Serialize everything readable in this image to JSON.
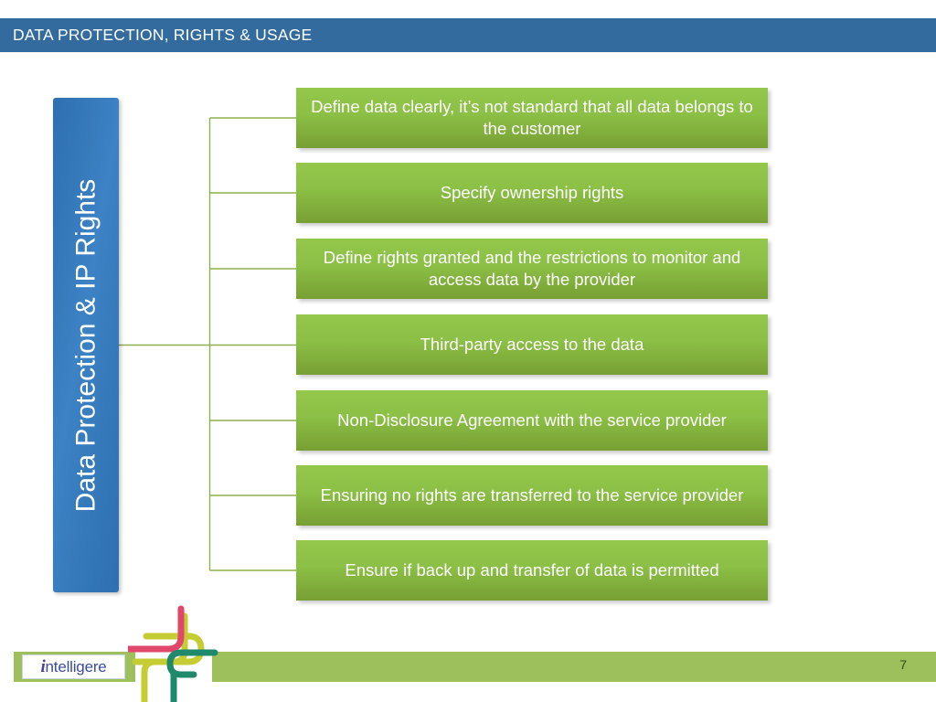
{
  "slide": {
    "header": {
      "title": "DATA PROTECTION, RIGHTS & USAGE"
    },
    "category": {
      "label": "Data Protection & IP Rights"
    },
    "items": [
      {
        "text": "Define data clearly, it’s not standard that all data belongs to the customer"
      },
      {
        "text": "Specify ownership rights"
      },
      {
        "text": "Define rights granted and the restrictions to monitor and access data by the provider"
      },
      {
        "text": "Third-party access to the data"
      },
      {
        "text": "Non-Disclosure Agreement with the service provider"
      },
      {
        "text": "Ensuring no rights are transferred to the service provider"
      },
      {
        "text": "Ensure if back up and transfer of data is permitted"
      }
    ],
    "footer": {
      "logo_i": "i",
      "logo_rest": "ntelligere",
      "page_number": "7"
    },
    "colors": {
      "header_blue": "#336B9E",
      "category_blue": "#3C82C4",
      "box_green_light": "#94C84C",
      "box_green_dark": "#789F33",
      "footer_green": "#9DBF5C",
      "connector_green": "#8FB050",
      "logo_blue": "#3C4C9B",
      "pipe_pink": "#E0486B",
      "pipe_olive": "#C6CC33",
      "pipe_teal": "#1F8A6B",
      "page_number_color": "#2C4A12"
    }
  }
}
